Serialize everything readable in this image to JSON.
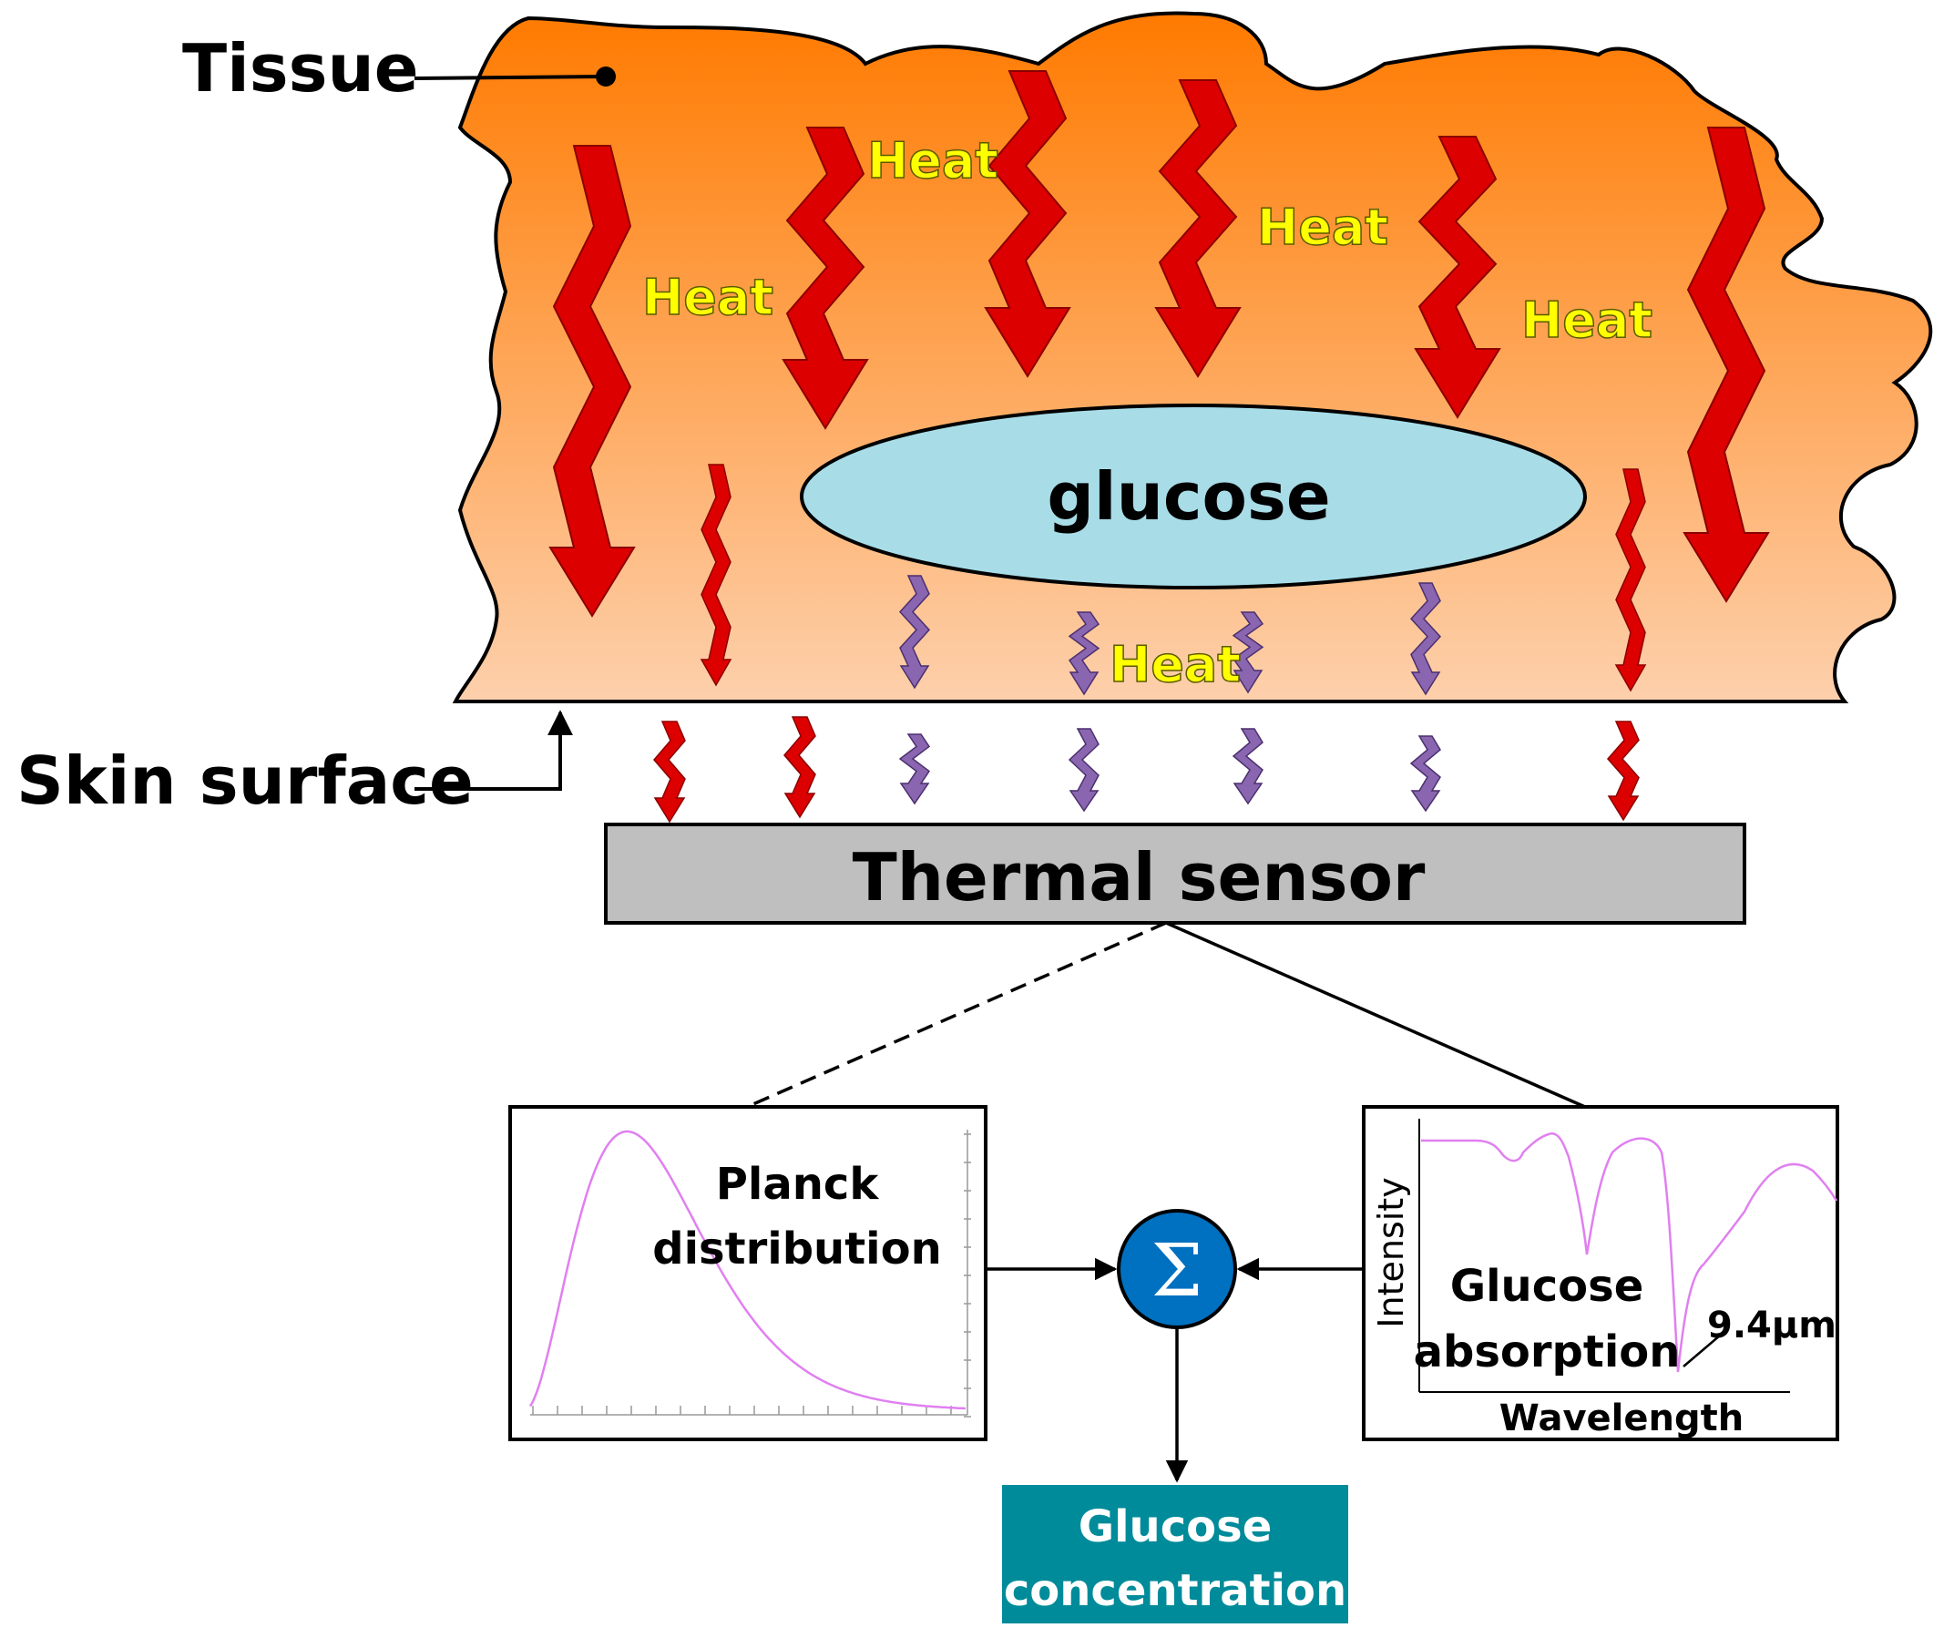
{
  "labels": {
    "tissue": "Tissue",
    "skin_surface": "Skin surface",
    "glucose": "glucose",
    "heat": "Heat",
    "thermal_sensor": "Thermal sensor",
    "planck_line1": "Planck",
    "planck_line2": "distribution",
    "absorption_line1": "Glucose",
    "absorption_line2": "absorption",
    "peak_wavelength": "9.4µm",
    "y_axis": "Intensity",
    "x_axis": "Wavelength",
    "sum_symbol": "Σ",
    "output_line1": "Glucose",
    "output_line2": "concentration"
  },
  "colors": {
    "tissue_top": "#ff7a00",
    "tissue_bottom": "#fdd0ac",
    "heat_arrow": "#dd0000",
    "glucose_heat_arrow": "#8a66b0",
    "glucose_fill": "#a8dde8",
    "heat_text": "#ffff00",
    "sensor_fill": "#bfbfbf",
    "sum_node": "#0070c0",
    "output_box": "#008b9a",
    "curve": "#e080f0"
  }
}
